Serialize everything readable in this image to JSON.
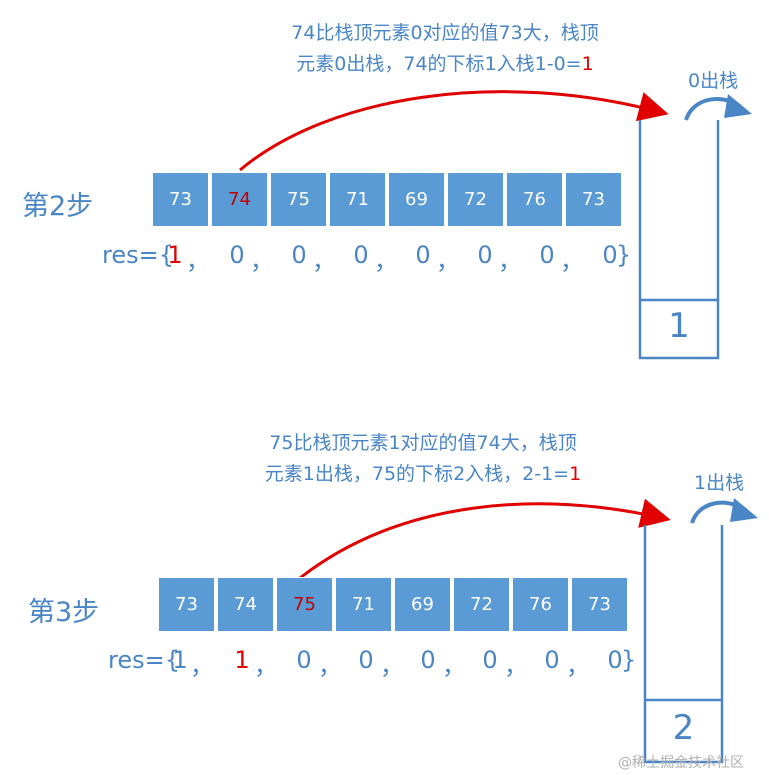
{
  "colors": {
    "cell": "#5b9bd5",
    "text": "#4a86c5",
    "highlight": "#e00000"
  },
  "step2": {
    "title": "第2步",
    "annotation_line1": "74比栈顶元素0对应的值73大，栈顶",
    "annotation_line2_prefix": "元素0出栈，74的下标1入栈1-0=",
    "annotation_line2_result": "1",
    "pop_label": "0出栈",
    "array": [
      "73",
      "74",
      "75",
      "71",
      "69",
      "72",
      "76",
      "73"
    ],
    "res_prefix": "res={",
    "res_values": [
      "1",
      "0",
      "0",
      "0",
      "0",
      "0",
      "0",
      "0"
    ],
    "res_suffix": "}",
    "stack_value": "1"
  },
  "step3": {
    "title": "第3步",
    "annotation_line1": "75比栈顶元素1对应的值74大，栈顶",
    "annotation_line2_prefix": "元素1出栈，75的下标2入栈，2-1=",
    "annotation_line2_result": "1",
    "pop_label": "1出栈",
    "array": [
      "73",
      "74",
      "75",
      "71",
      "69",
      "72",
      "76",
      "73"
    ],
    "res_prefix": "res={",
    "res_values": [
      "1",
      "1",
      "0",
      "0",
      "0",
      "0",
      "0",
      "0"
    ],
    "res_suffix": "}",
    "stack_value": "2"
  },
  "watermark": "@稀土掘金技术社区"
}
